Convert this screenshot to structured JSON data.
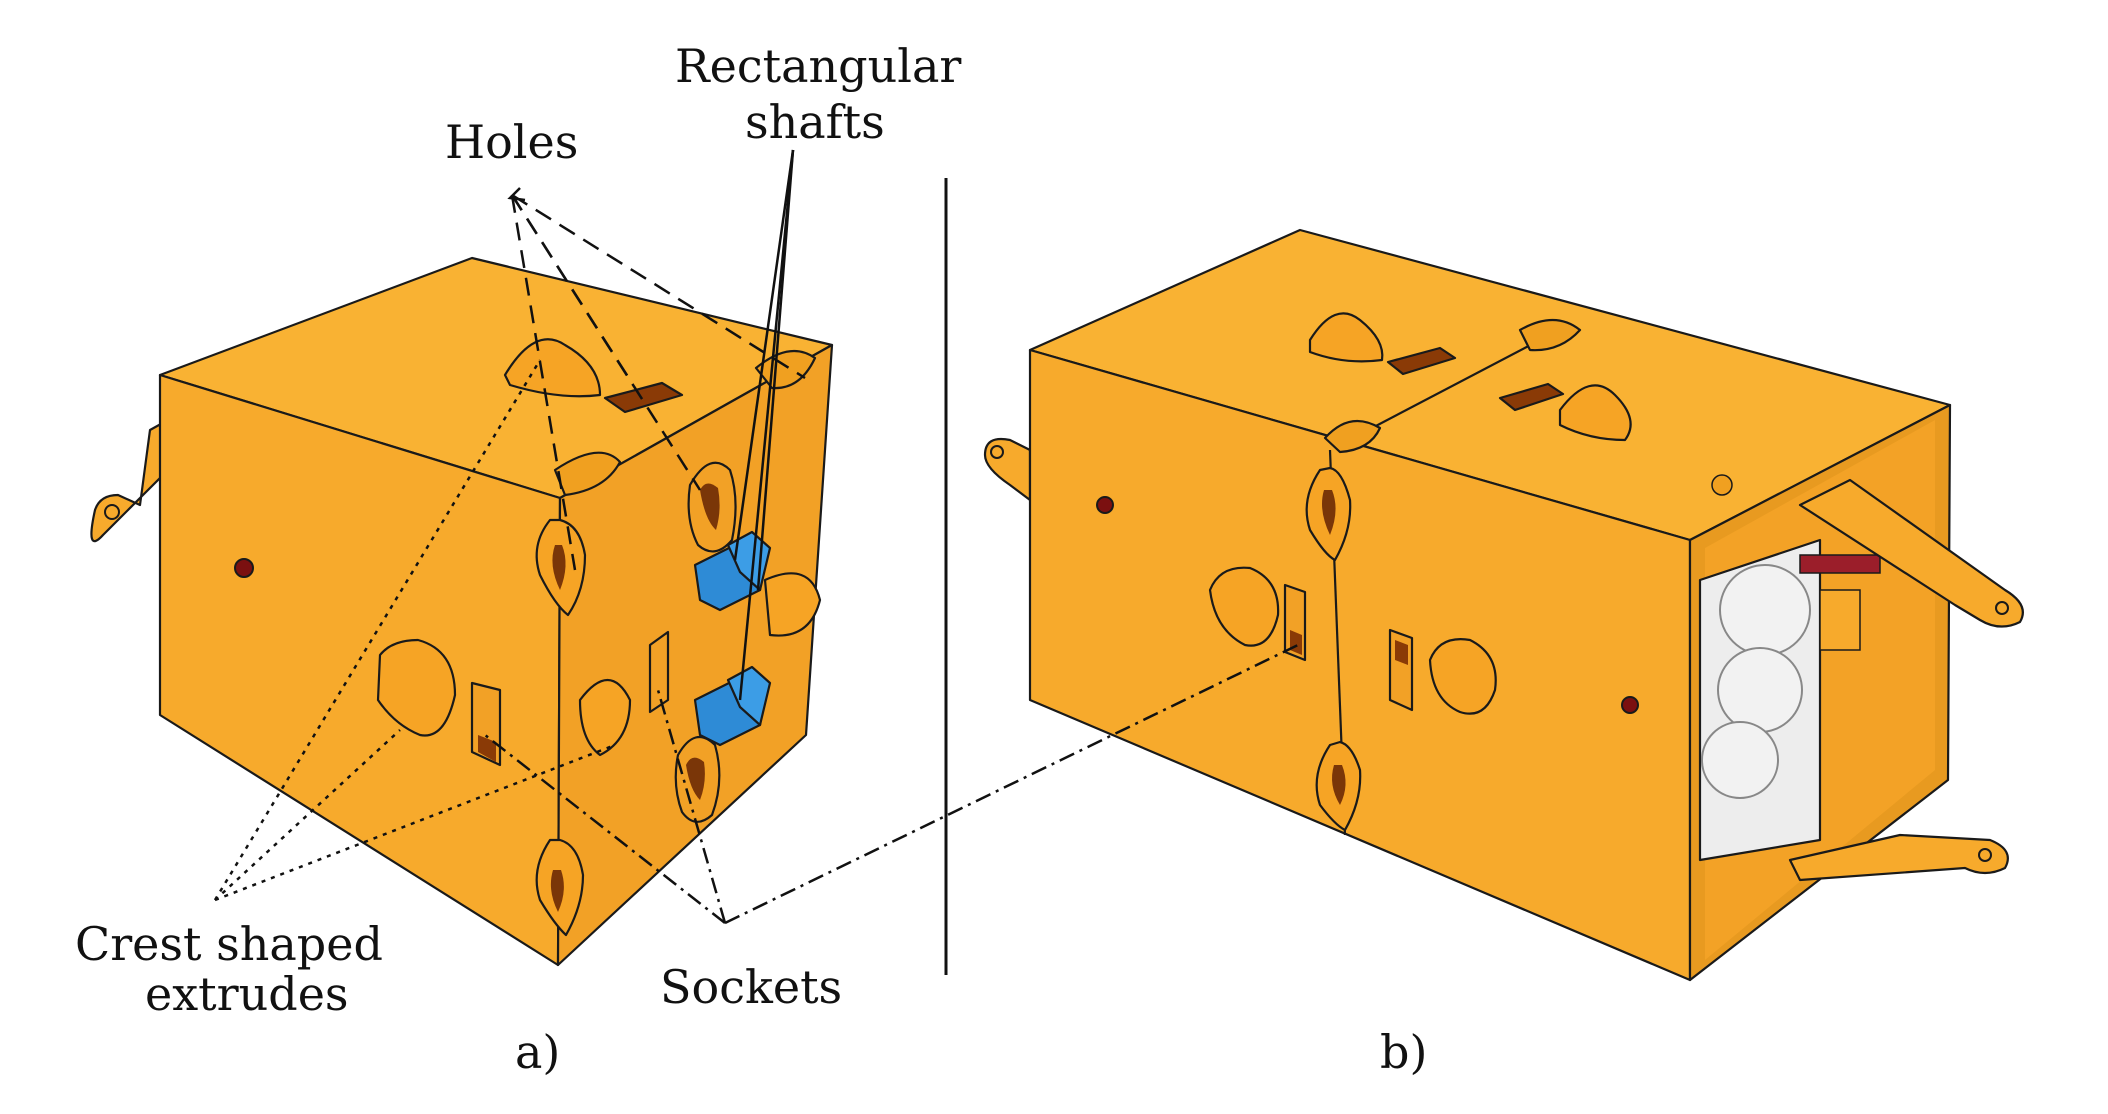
{
  "labels": {
    "holes": "Holes",
    "shafts_line1": "Rectangular",
    "shafts_line2": "shafts",
    "crest_line1": "Crest shaped",
    "crest_line2": "extrudes",
    "sockets": "Sockets",
    "panel_a": "a)",
    "panel_b": "b)"
  },
  "colors": {
    "body_front": "#F7AA2C",
    "body_top": "#F9B233",
    "body_side": "#F2A126",
    "shaft_blue": "#2E8BD6",
    "hole_dark": "#7A3608",
    "pin_dark": "#7B1010",
    "gears_white": "#EDEDED",
    "line": "#111111"
  }
}
